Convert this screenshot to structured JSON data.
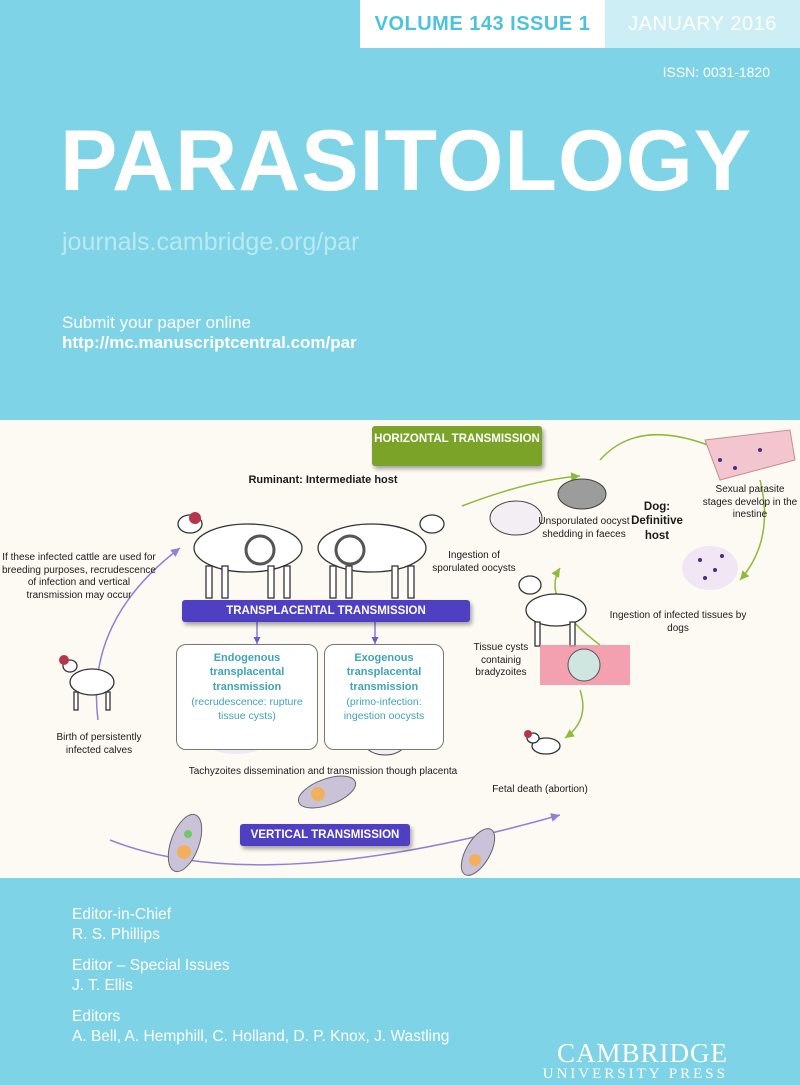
{
  "header": {
    "volume_issue": "VOLUME 143  ISSUE 1",
    "date": "JANUARY 2016",
    "issn": "ISSN: 0031-1820"
  },
  "journal": {
    "title": "PARASITOLOGY",
    "url": "journals.cambridge.org/par",
    "submit_label": "Submit your paper online",
    "submit_url": "http://mc.manuscriptcentral.com/par"
  },
  "figure": {
    "horizontal_banner": "HORIZONTAL TRANSMISSION",
    "transplacental_banner": "TRANSPLACENTAL TRANSMISSION",
    "vertical_banner": "VERTICAL TRANSMISSION",
    "ruminant_label": "Ruminant:   Intermediate host",
    "dog_label": "Dog: Definitive host",
    "breeding_note": "If these infected cattle are used for breeding purposes, recrudescence of infection and vertical transmission may occur",
    "birth_label": "Birth of persistently infected calves",
    "ingestion_oocysts": "Ingestion of sporulated oocysts",
    "unsporulated_label": "Unsporulated oocyst shedding in faeces",
    "sexual_stages": "Sexual parasite stages develop in the inestine",
    "ingestion_tissues": "Ingestion of infected tissues by dogs",
    "tissue_cysts": "Tissue cysts containig bradyzoites",
    "endogenous_title": "Endogenous transplacental transmission",
    "endogenous_sub": "(recrudescence: rupture tissue cysts)",
    "exogenous_title": "Exogenous transplacental transmission",
    "exogenous_sub": "(primo-infection: ingestion oocysts",
    "tachyzoites_label": "Tachyzoites dissemination and transmission though placenta",
    "fetal_death": "Fetal death (abortion)"
  },
  "editorial": {
    "eic_label": "Editor-in-Chief",
    "eic_name": "R. S. Phillips",
    "special_label": "Editor – Special Issues",
    "special_name": "J. T. Ellis",
    "editors_label": "Editors",
    "editors_names": "A. Bell, A. Hemphill, C. Holland, D. P. Knox, J. Wastling"
  },
  "publisher": {
    "line1": "CAMBRIDGE",
    "line2": "UNIVERSITY PRESS"
  },
  "colors": {
    "background": "#7fd3e6",
    "horizontal_banner": "#7aa328",
    "transplacental_banner": "#4f3fc2",
    "box_text": "#3fa4b5"
  }
}
